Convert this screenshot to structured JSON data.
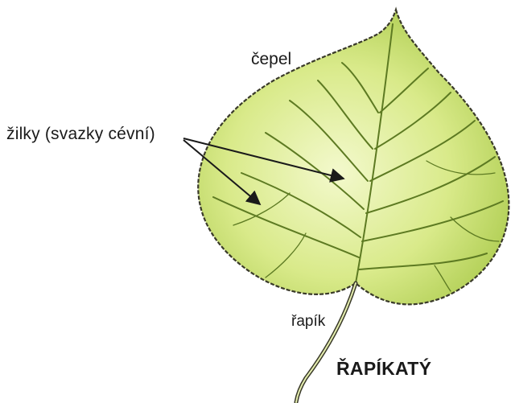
{
  "labels": {
    "blade": "čepel",
    "veins": "žilky (svazky cévní)",
    "petiole": "řapík",
    "title": "ŘAPÍKATÝ"
  },
  "colors": {
    "leaf_light": "#eef6b8",
    "leaf_mid": "#cfe57a",
    "leaf_dark": "#8fb33a",
    "vein": "#5d7a22",
    "outline": "#3a3a2a",
    "text": "#1a1a1a"
  }
}
